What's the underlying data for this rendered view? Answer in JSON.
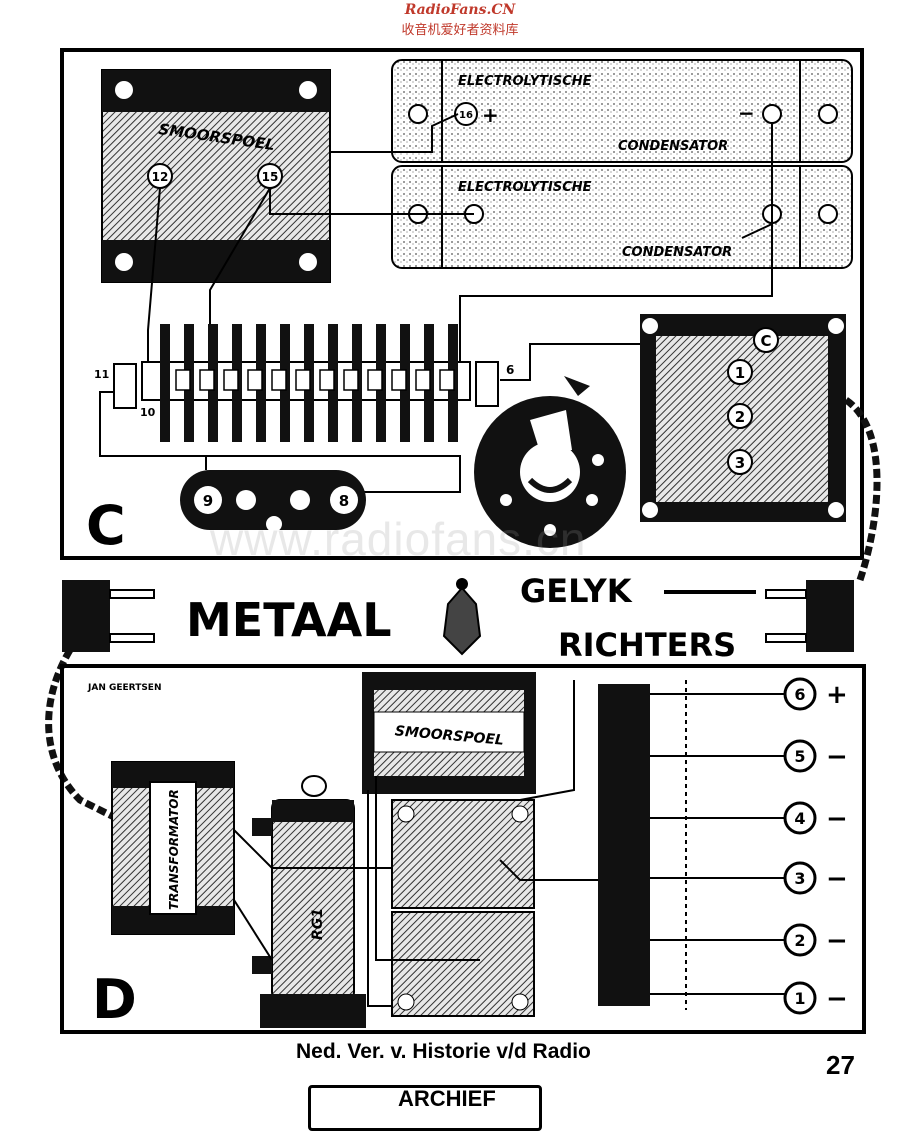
{
  "site_header": {
    "brand": "RadioFans.CN",
    "subtitle": "收音机爱好者资料库"
  },
  "panel_c": {
    "letter": "C",
    "electrolytic_top": {
      "line1": "ELECTROLYTISCHE",
      "line2": "CONDENSATOR",
      "plus_terminal": "16",
      "plus_sign": "+",
      "minus_sign": "−"
    },
    "electrolytic_bottom": {
      "line1": "ELECTROLYTISCHE",
      "line2": "CONDENSATOR"
    },
    "choke": {
      "label": "SMOORSPOEL",
      "terminal_a": "12",
      "terminal_b": "15"
    },
    "strip": {
      "left_a": "11",
      "left_b": "10",
      "right": "6"
    },
    "socket": {
      "left": "9",
      "right": "8"
    },
    "coil": {
      "terminals": [
        "C",
        "1",
        "2",
        "3"
      ]
    }
  },
  "banner": {
    "word1": "METAAL",
    "word2": "GELYK",
    "word3": "RICHTERS"
  },
  "panel_d": {
    "letter": "D",
    "maker": "JAN GEERTSEN",
    "transformer": "TRANSFORMATOR",
    "choke": "SMOORSPOEL",
    "rectifier": "RG1",
    "outputs": [
      {
        "num": "6",
        "sign": "+"
      },
      {
        "num": "5",
        "sign": "−"
      },
      {
        "num": "4",
        "sign": "−"
      },
      {
        "num": "3",
        "sign": "−"
      },
      {
        "num": "2",
        "sign": "−"
      },
      {
        "num": "1",
        "sign": "−"
      }
    ]
  },
  "footer": {
    "caption": "Ned. Ver. v. Historie v/d Radio",
    "page_number": "27",
    "stamp": "ARCHIEF"
  },
  "watermark": "www.radiofans.cn"
}
